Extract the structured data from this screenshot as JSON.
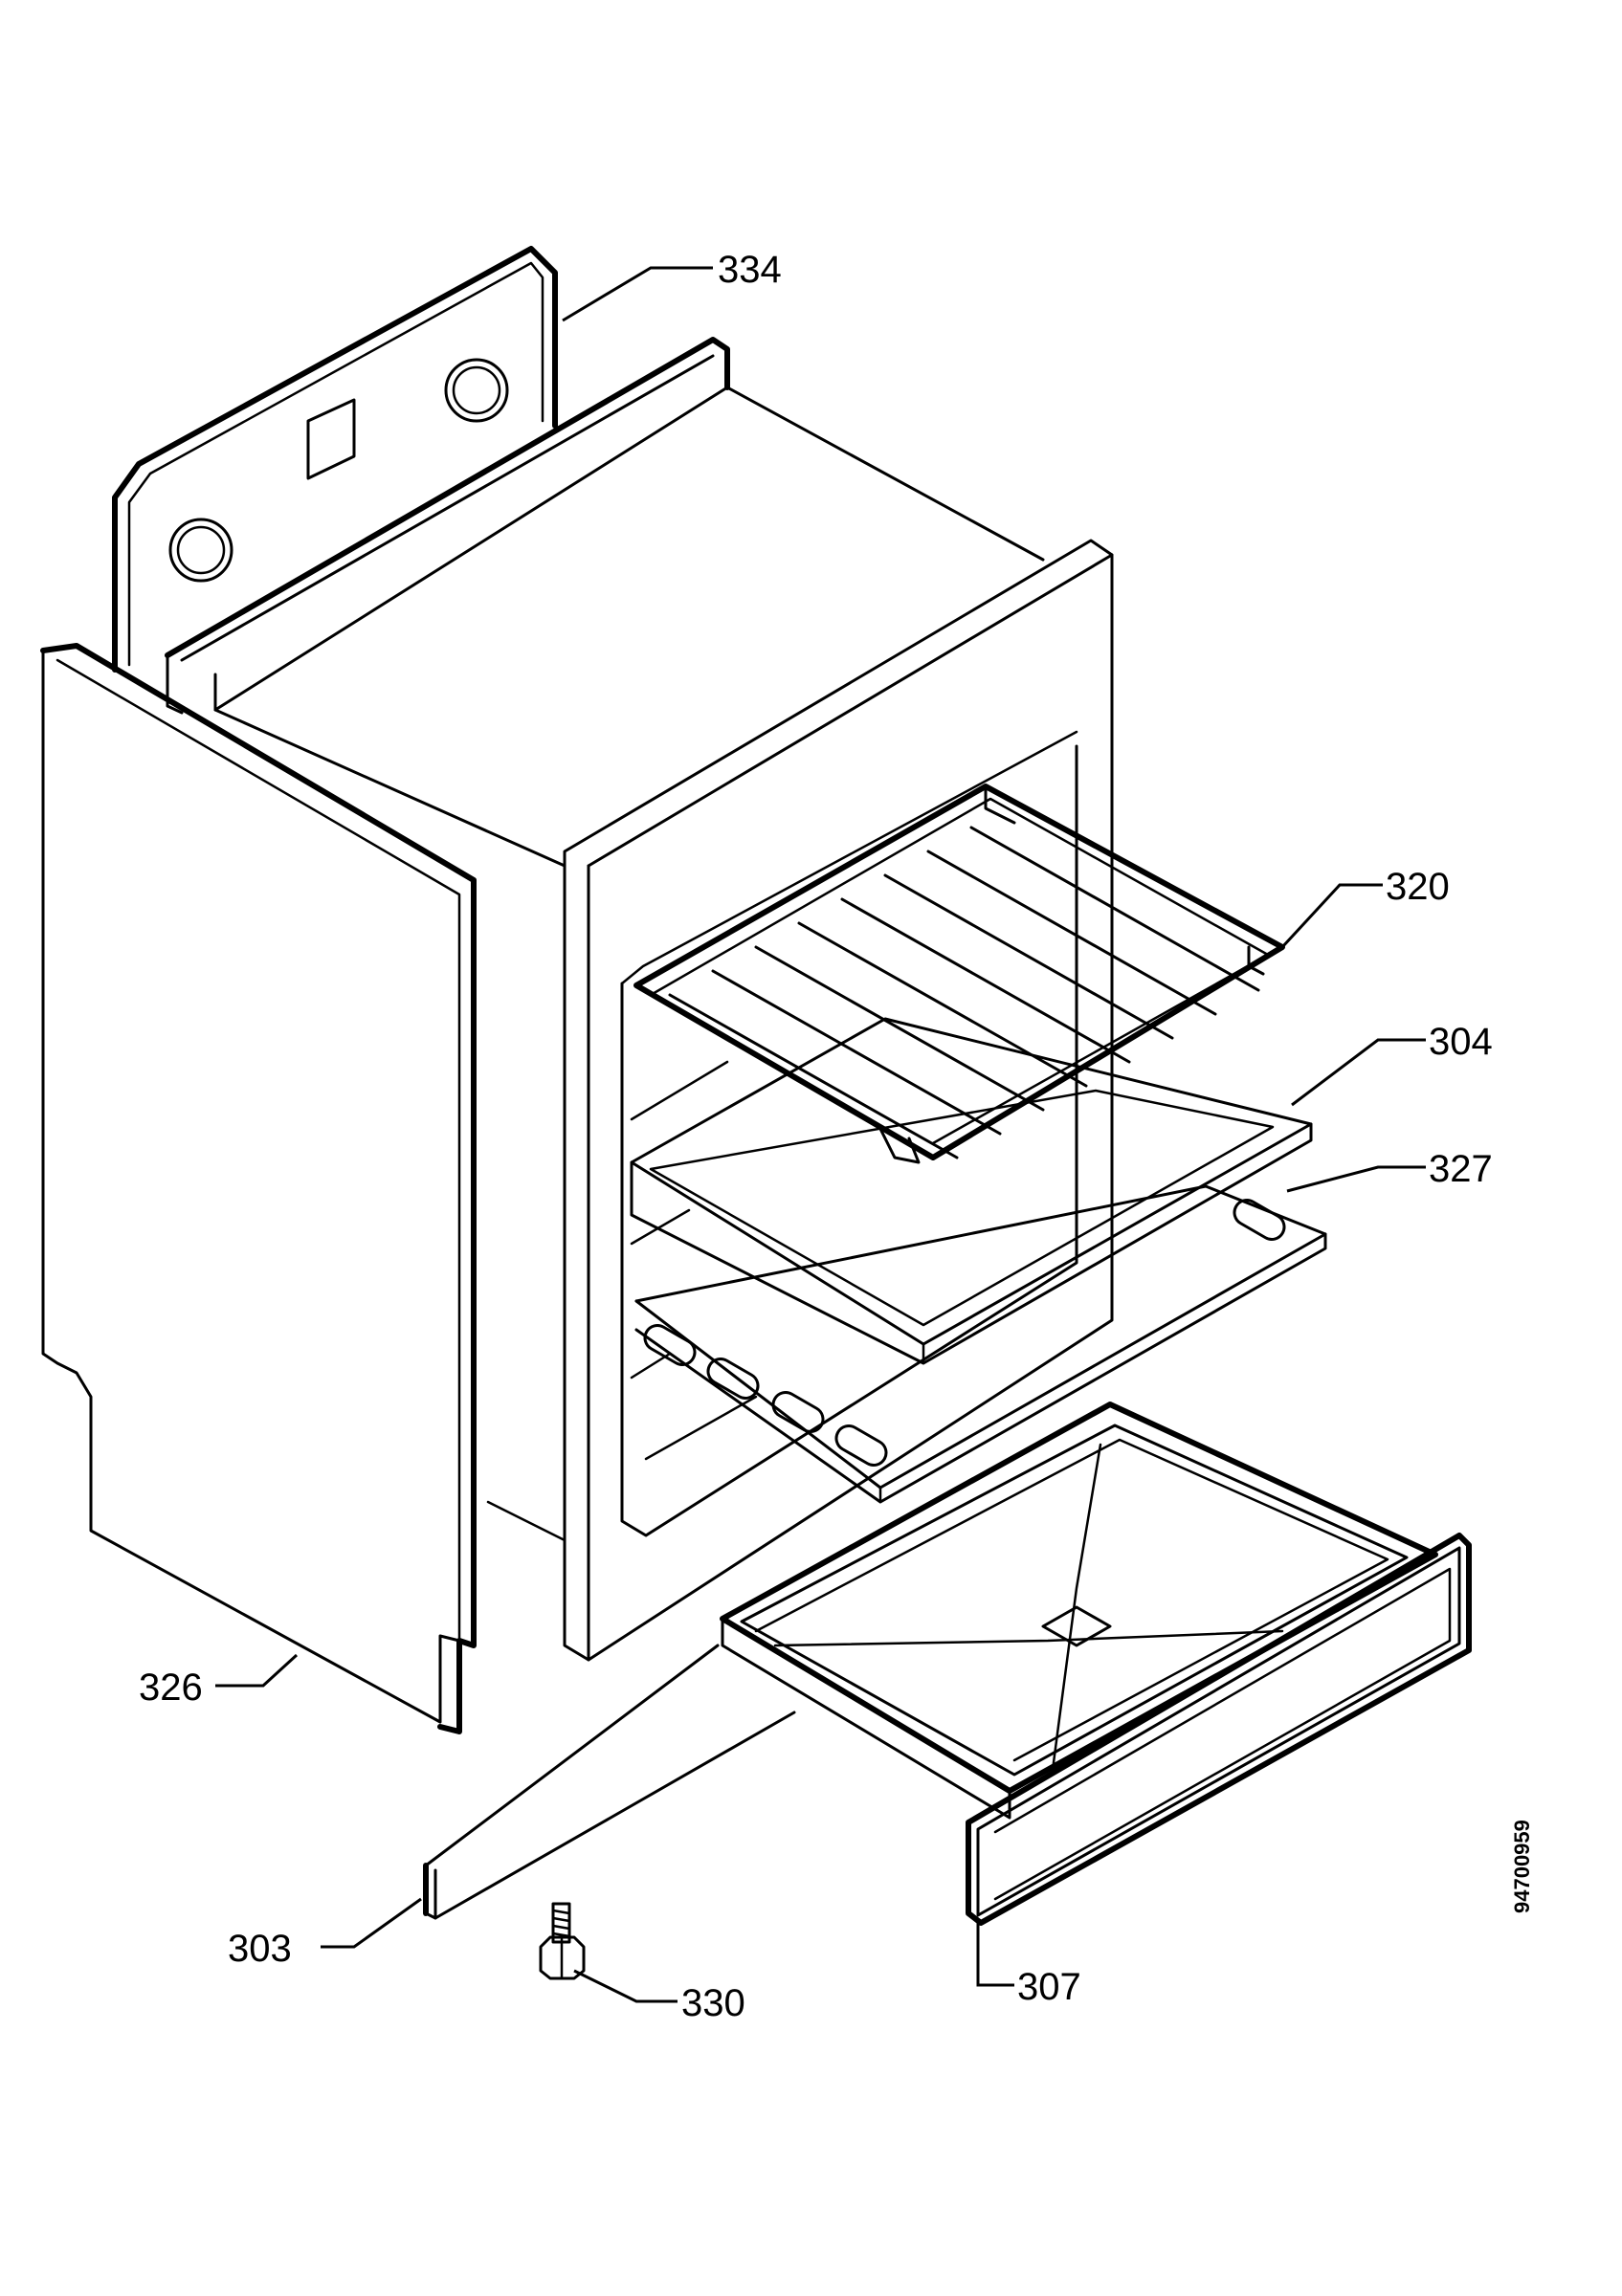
{
  "labels": {
    "p334": "334",
    "p320": "320",
    "p304": "304",
    "p327": "327",
    "p326": "326",
    "p303": "303",
    "p330": "330",
    "p307": "307"
  },
  "document_id": "94700959"
}
